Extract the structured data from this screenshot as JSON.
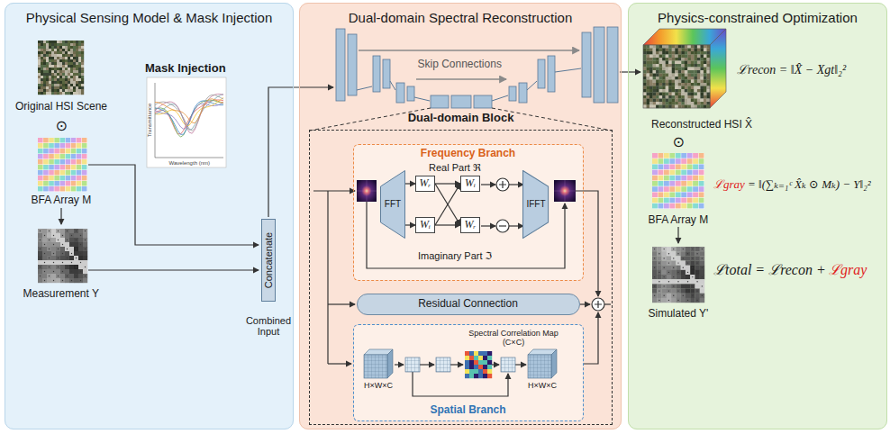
{
  "diagram": {
    "nodes": [
      {
        "text": [
          "Physical Sensing Model & Mask Injection"
        ]
      },
      {
        "text": [
          "Concatenate"
        ],
        "in": 0
      },
      {
        "text": [
          "Dual-domain Spectral Reconstruction"
        ]
      },
      {
        "text": [
          "Dual-domain Block"
        ],
        "in": 2
      },
      {
        "text": [
          "Frequency Branch"
        ],
        "in": 3
      },
      {
        "text": [
          "FFT"
        ],
        "in": 4
      },
      {
        "text": [
          "Wᵣ"
        ],
        "in": 4
      },
      {
        "text": [
          "Wᵢ"
        ],
        "in": 4
      },
      {
        "text": [
          "Wᵢ"
        ],
        "in": 4
      },
      {
        "text": [
          "Wᵣ"
        ],
        "in": 4
      },
      {
        "text": [
          "IFFT"
        ],
        "in": 4
      },
      {
        "text": [
          "Residual Connection"
        ],
        "in": 3
      },
      {
        "text": [
          "Spatial Branch"
        ],
        "in": 3
      },
      {
        "text": [
          "Physics-constrained Optimization"
        ]
      }
    ],
    "edges": [
      {
        "from": 5,
        "to": 6,
        "arrow": "to"
      },
      {
        "from": 5,
        "to": 8,
        "arrow": "to"
      },
      {
        "from": 6,
        "to": 7,
        "arrow": "to"
      },
      {
        "from": 6,
        "to": 9,
        "arrow": "to"
      },
      {
        "from": 8,
        "to": 7,
        "arrow": "to"
      },
      {
        "from": 8,
        "to": 9,
        "arrow": "to"
      }
    ],
    "labels": [
      "Original HSI Scene",
      "⊙",
      "BFA Array M",
      "Measurement Y",
      "Mask Injection",
      "Transmittance",
      "Wavelength (nm)",
      "Combined Input",
      "Skip Connections",
      "Real Part ℜ",
      "Imaginary Part ℑ",
      "Spectral Correlation Map (C×C)",
      "H×W×C",
      "H×W×C",
      "ℒrecon = ‖X̂ − Xgt‖₂²",
      "Reconstructed HSI X̂",
      "⊙",
      "ℒgray",
      "= ‖(∑ₖ₌₁ᶜ X̂ₖ ⊙ Mₖ) − Y‖₂²",
      "BFA Array M",
      "Simulated Y'",
      "ℒtotal = ℒrecon +",
      "ℒgray"
    ]
  }
}
